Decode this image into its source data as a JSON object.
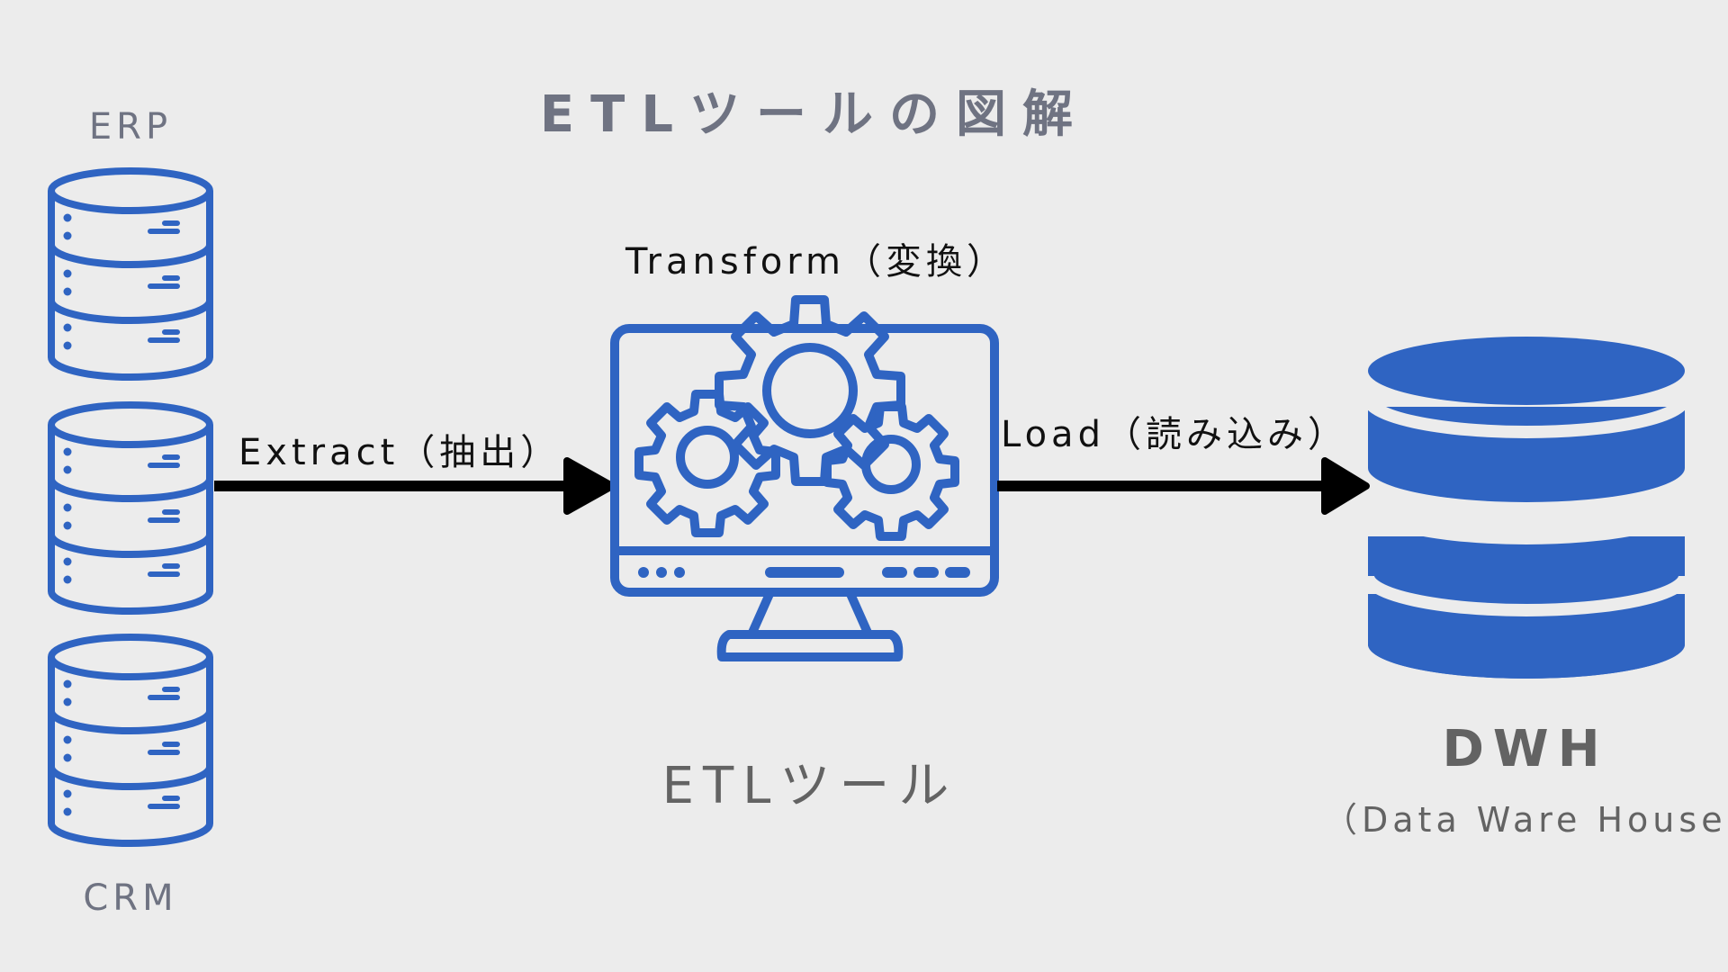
{
  "diagram": {
    "title": "ETLツールの図解",
    "sources": [
      {
        "label": "ERP"
      },
      {
        "label": "CRM"
      }
    ],
    "extract_label": "Extract（抽出）",
    "transform_label": "Transform（変換）",
    "load_label": "Load（読み込み）",
    "tool_label": "ETLツール",
    "target_label": "DWH",
    "target_sublabel": "（Data Ware House）"
  },
  "colors": {
    "background": "#ececec",
    "icon_blue": "#2f64c2",
    "title_gray": "#6f7382",
    "label_gray": "#636363",
    "arrow_black": "#000000"
  },
  "icons": [
    "database-icon",
    "database-icon",
    "database-icon",
    "etl-monitor-gears-icon",
    "dwh-database-icon",
    "arrow-right-icon",
    "arrow-right-icon"
  ]
}
